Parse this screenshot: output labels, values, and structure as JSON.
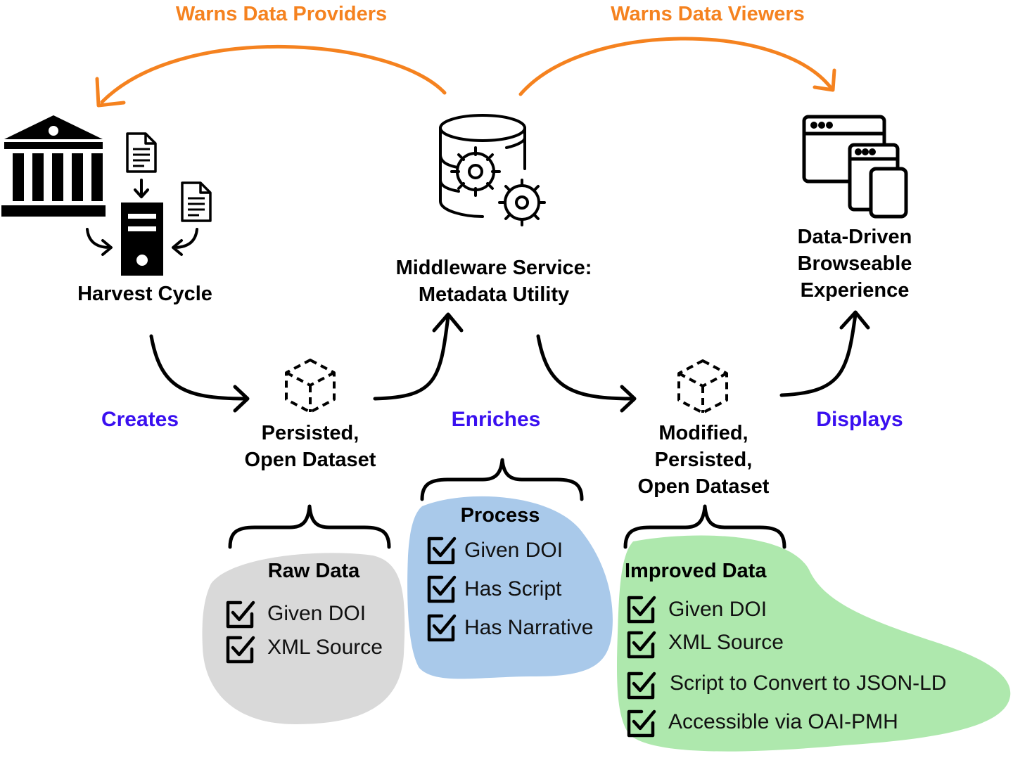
{
  "warnings": {
    "providers": "Warns Data Providers",
    "viewers": "Warns Data Viewers"
  },
  "stages": {
    "harvest": "Harvest Cycle",
    "middleware_line1": "Middleware Service:",
    "middleware_line2": "Metadata Utility",
    "experience_line1": "Data-Driven",
    "experience_line2": "Browseable",
    "experience_line3": "Experience",
    "persisted_line1": "Persisted,",
    "persisted_line2": "Open Dataset",
    "modified_line1": "Modified,",
    "modified_line2": "Persisted,",
    "modified_line3": "Open Dataset"
  },
  "verbs": {
    "creates": "Creates",
    "enriches": "Enriches",
    "displays": "Displays"
  },
  "boxes": {
    "raw": {
      "title": "Raw Data",
      "items": [
        "Given DOI",
        "XML Source"
      ],
      "color": "#d9d9d9"
    },
    "process": {
      "title": "Process",
      "items": [
        "Given DOI",
        "Has Script",
        "Has Narrative"
      ],
      "color": "#a9c9ea"
    },
    "improved": {
      "title": "Improved Data",
      "items": [
        "Given DOI",
        "XML Source",
        "Script to Convert to JSON-LD",
        "Accessible via OAI-PMH"
      ],
      "color": "#aee8ad"
    }
  },
  "colors": {
    "warn": "#f5821f",
    "verb": "#3a10f0",
    "ink": "#000000"
  }
}
